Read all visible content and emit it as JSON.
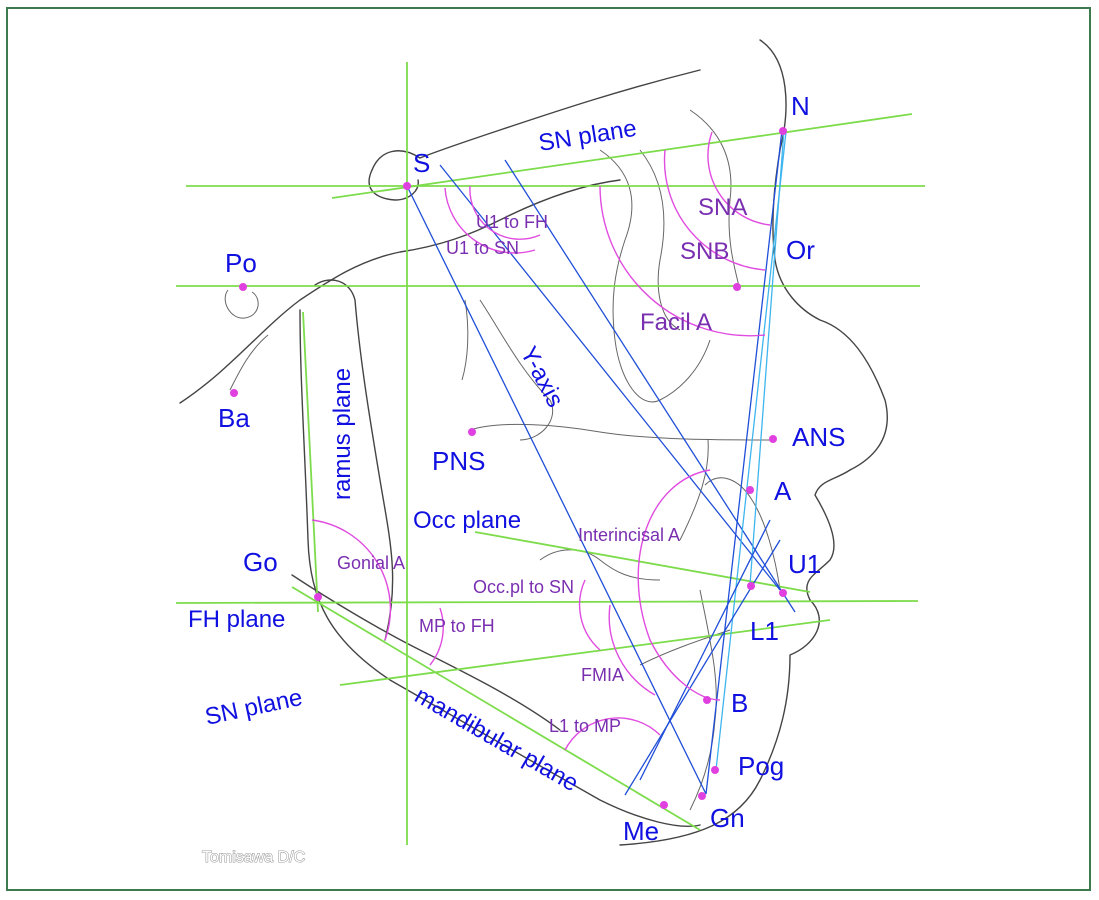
{
  "landmarks": [
    {
      "key": "N",
      "label": "N"
    },
    {
      "key": "S",
      "label": "S"
    },
    {
      "key": "Po",
      "label": "Po"
    },
    {
      "key": "Or",
      "label": "Or"
    },
    {
      "key": "Ba",
      "label": "Ba"
    },
    {
      "key": "PNS",
      "label": "PNS"
    },
    {
      "key": "ANS",
      "label": "ANS"
    },
    {
      "key": "A",
      "label": "A"
    },
    {
      "key": "U1",
      "label": "U1"
    },
    {
      "key": "L1",
      "label": "L1"
    },
    {
      "key": "Go",
      "label": "Go"
    },
    {
      "key": "B",
      "label": "B"
    },
    {
      "key": "Pog",
      "label": "Pog"
    },
    {
      "key": "Gn",
      "label": "Gn"
    },
    {
      "key": "Me",
      "label": "Me"
    }
  ],
  "planes": {
    "sn_top": "SN plane",
    "sn_bottom": "SN plane",
    "fh": "FH plane",
    "occ": "Occ plane",
    "ramus": "ramus plane",
    "mandibular": "mandibular plane",
    "y_axis": "Y-axis"
  },
  "angles": {
    "u1_fh": "U1 to FH",
    "u1_sn": "U1 to SN",
    "sna": "SNA",
    "snb": "SNB",
    "facial": "Facil A",
    "interincisal": "Interincisal A",
    "gonial": "Gonial A",
    "occ_sn": "Occ.pl to SN",
    "mp_fh": "MP to FH",
    "fmia": "FMIA",
    "l1_mp": "L1 to MP"
  },
  "credit": "Tomisawa D/C",
  "colors": {
    "frame": "#3d7a4e",
    "label": "#1010e0",
    "angle_label": "#7a2fb0",
    "reference_line": "#7ddc4b",
    "measure_line": "#1f4fd8",
    "landmark_point": "#e040e0"
  }
}
